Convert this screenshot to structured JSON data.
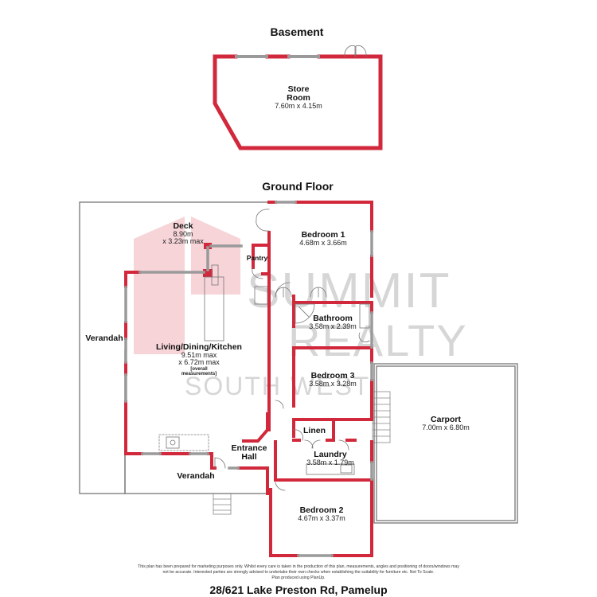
{
  "colors": {
    "wall": "#d2283c",
    "window": "#bfbfbf",
    "outline": "#888888",
    "watermark_gray": "#d6d6d6",
    "watermark_pink": "#f6d4d8"
  },
  "watermark": {
    "line1": "SUMMIT",
    "line2": "REALTY",
    "line3": "SOUTH WEST"
  },
  "basement": {
    "title": "Basement",
    "rooms": [
      {
        "name_line1": "Store",
        "name_line2": "Room",
        "dimensions": "7.60m x 4.15m"
      }
    ]
  },
  "ground_floor": {
    "title": "Ground Floor",
    "rooms": {
      "deck": {
        "name": "Deck",
        "dim_line1": "8.90m",
        "dim_line2": "x 3.23m max"
      },
      "pantry": {
        "name": "Pantry"
      },
      "bedroom1": {
        "name": "Bedroom 1",
        "dimensions": "4.68m x 3.66m"
      },
      "bathroom": {
        "name": "Bathroom",
        "dimensions": "3.58m x 2.39m"
      },
      "verandah_left": {
        "name": "Verandah"
      },
      "living": {
        "name": "Living/Dining/Kitchen",
        "dim_line1": "9.51m max",
        "dim_line2": "x 6.72m max",
        "note_line1": "[overall",
        "note_line2": "measurements]"
      },
      "bedroom3": {
        "name": "Bedroom 3",
        "dimensions": "3.58m x 3.28m"
      },
      "carport": {
        "name": "Carport",
        "dimensions": "7.00m x 6.80m"
      },
      "linen": {
        "name": "Linen"
      },
      "laundry": {
        "name": "Laundry",
        "dimensions": "3.58m x 1.79m"
      },
      "entrance": {
        "name_line1": "Entrance",
        "name_line2": "Hall"
      },
      "verandah_front": {
        "name": "Verandah"
      },
      "bedroom2": {
        "name": "Bedroom 2",
        "dimensions": "4.67m x 3.37m"
      }
    }
  },
  "footer": {
    "disclaimer_line1": "This plan has been prepared for marketing purposes only. Whilst every care is taken in the production of this plan, measurements, angles and positioning of doors/windows may",
    "disclaimer_line2": "not be accurate. Interested parties are strongly advised to undertake their own checks when establishing the suitability for furniture etc. Not To Scale.",
    "disclaimer_line3": "Plan produced using PlanUp.",
    "address": "28/621 Lake Preston Rd, Pamelup"
  }
}
